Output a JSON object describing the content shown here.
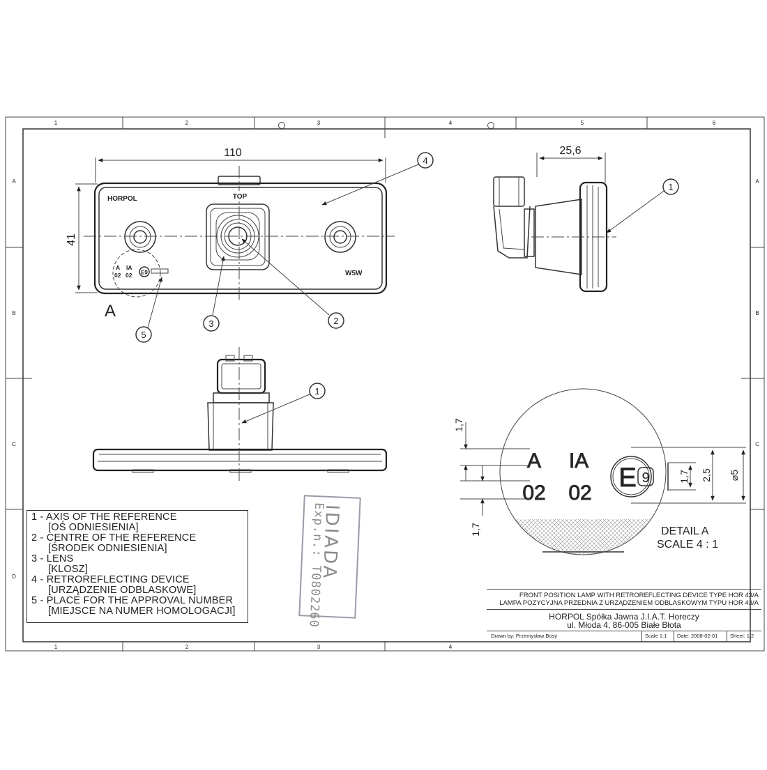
{
  "sheet": {
    "columns_top": [
      "1",
      "2",
      "3",
      "4",
      "5",
      "6"
    ],
    "columns_bottom": [
      "1",
      "2",
      "3",
      "4"
    ],
    "rows": [
      "A",
      "B",
      "C",
      "D"
    ]
  },
  "front_view": {
    "dim_width": "110",
    "dim_height": "41",
    "brand_label": "HORPOL",
    "top_label": "TOP",
    "bulb_label": "W5W",
    "marking_a": "A",
    "marking_ia": "IA",
    "marking_02a": "02",
    "marking_02b": "02",
    "e_mark": "E9",
    "detail_letter": "A"
  },
  "side_view": {
    "dim_depth": "25,6"
  },
  "callouts": {
    "c1": "1",
    "c2": "2",
    "c3": "3",
    "c4": "4",
    "c5": "5",
    "c1_side": "1",
    "c1_bottom": "1"
  },
  "detail": {
    "text_a": "A",
    "text_ia": "IA",
    "text_02a": "02",
    "text_02b": "02",
    "e_text": "E",
    "e_num": "9",
    "dim_1_7_top": "1,7",
    "dim_1_7_bottom": "1,7",
    "dim_1_7_right": "1,7",
    "dim_2_5": "2,5",
    "dim_5": "⌀5",
    "caption_line1": "DETAIL A",
    "caption_line2": "SCALE 4 : 1"
  },
  "legend": {
    "items": [
      {
        "main": "1 - AXIS OF THE REFERENCE",
        "sub": "[OŚ ODNIESIENIA]"
      },
      {
        "main": "2 - CENTRE OF THE REFERENCE",
        "sub": "[ŚRODEK ODNIESIENIA]"
      },
      {
        "main": "3 - LENS",
        "sub": "[KLOSZ]"
      },
      {
        "main": "4 - RETROREFLECTING DEVICE",
        "sub": "[URZĄDZENIE ODBLASKOWE]"
      },
      {
        "main": "5 - PLACE FOR THE APPROVAL NUMBER",
        "sub": "[MIEJSCE NA NUMER HOMOLOGACJI]"
      }
    ]
  },
  "stamp": {
    "name": "IDIADA",
    "number": "Exp.n.: T0802260"
  },
  "title_block": {
    "title_en": "FRONT POSITION LAMP WITH RETROREFLECTING DEVICE TYPE HOR 43/A",
    "title_pl": "LAMPA POZYCYJNA PRZEDNIA Z URZĄDZENIEM ODBLASKOWYM TYPU HOR 43/A",
    "company": "HORPOL Spółka Jawna   J.I.A.T. Horeczy",
    "address": "ul. Młoda 4, 86-005 Białe Błota",
    "drawn_by": "Drawn by:  Przemysław Bosy",
    "scale": "Scale  1:1",
    "date": "Date: 2008-02-01",
    "sheet": "Sheet: 1/2"
  }
}
